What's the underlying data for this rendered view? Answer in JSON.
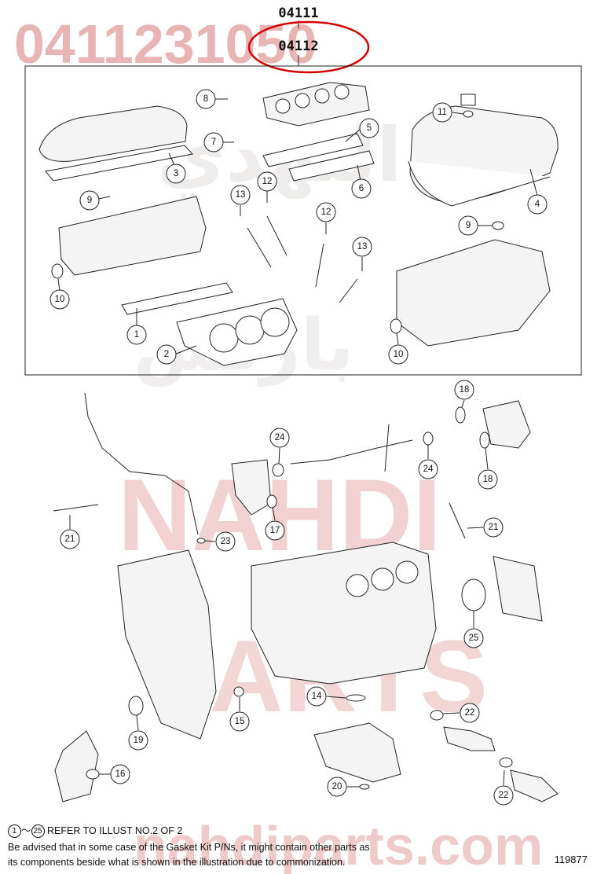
{
  "header": {
    "part_no_top": "04111",
    "part_no_circled": "04112",
    "watermark_code": "0411231050"
  },
  "watermarks": {
    "arabic_top": "النهدي",
    "arabic_mid": "بارتس",
    "latin_1": "NAHDI",
    "latin_2": "PARTS",
    "domain": "nahdiparts.com"
  },
  "callouts": [
    {
      "id": "c1",
      "label": "1"
    },
    {
      "id": "c2",
      "label": "2"
    },
    {
      "id": "c3",
      "label": "3"
    },
    {
      "id": "c4",
      "label": "4"
    },
    {
      "id": "c5",
      "label": "5"
    },
    {
      "id": "c6",
      "label": "6"
    },
    {
      "id": "c7",
      "label": "7"
    },
    {
      "id": "c8",
      "label": "8"
    },
    {
      "id": "c9a",
      "label": "9"
    },
    {
      "id": "c9b",
      "label": "9"
    },
    {
      "id": "c10a",
      "label": "10"
    },
    {
      "id": "c10b",
      "label": "10"
    },
    {
      "id": "c11",
      "label": "11"
    },
    {
      "id": "c12a",
      "label": "12"
    },
    {
      "id": "c12b",
      "label": "12"
    },
    {
      "id": "c13a",
      "label": "13"
    },
    {
      "id": "c13b",
      "label": "13"
    },
    {
      "id": "c14",
      "label": "14"
    },
    {
      "id": "c15",
      "label": "15"
    },
    {
      "id": "c16",
      "label": "16"
    },
    {
      "id": "c17",
      "label": "17"
    },
    {
      "id": "c18a",
      "label": "18"
    },
    {
      "id": "c18b",
      "label": "18"
    },
    {
      "id": "c19",
      "label": "19"
    },
    {
      "id": "c20",
      "label": "20"
    },
    {
      "id": "c21a",
      "label": "21"
    },
    {
      "id": "c21b",
      "label": "21"
    },
    {
      "id": "c22a",
      "label": "22"
    },
    {
      "id": "c22b",
      "label": "22"
    },
    {
      "id": "c23",
      "label": "23"
    },
    {
      "id": "c24a",
      "label": "24"
    },
    {
      "id": "c24b",
      "label": "24"
    },
    {
      "id": "c25",
      "label": "25"
    }
  ],
  "footer": {
    "range_start": "1",
    "range_sep": "～",
    "range_end": "25",
    "refer_text": "REFER TO ILLUST NO.2 OF 2",
    "note_line1": "Be advised that in some case of the Gasket Kit P/Ns,  it might contain other parts as",
    "note_line2": "its components beside what is shown in the illustration due to commonization.",
    "illustration_ref": "119877"
  },
  "colors": {
    "highlight_ring": "#d40000",
    "watermark": "#e8b4b4",
    "line": "#222222"
  }
}
